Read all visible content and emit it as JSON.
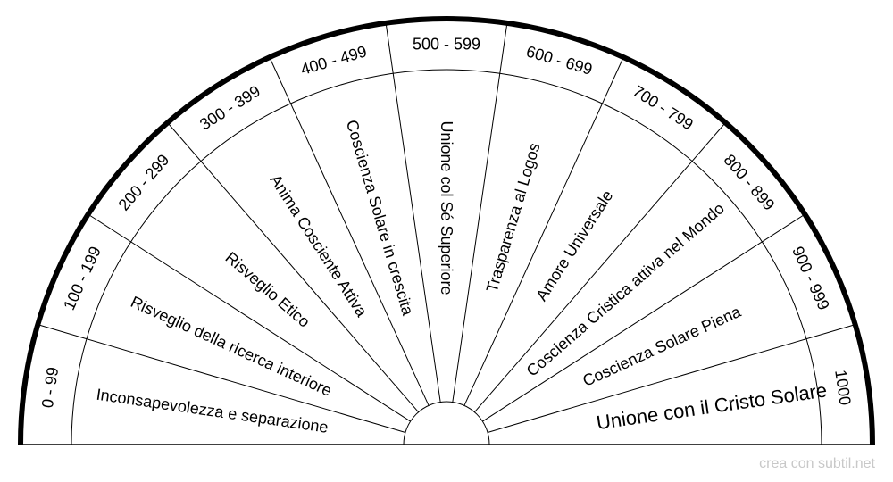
{
  "chart": {
    "sectors": [
      {
        "range": "0 - 99",
        "label": "Inconsapevolezza e separazione"
      },
      {
        "range": "100 - 199",
        "label": "Risveglio della ricerca interiore"
      },
      {
        "range": "200 - 299",
        "label": "Risveglio Etico"
      },
      {
        "range": "300 - 399",
        "label": "Anima Cosciente Attiva"
      },
      {
        "range": "400 - 499",
        "label": "Coscienza Solare in crescita"
      },
      {
        "range": "500 - 599",
        "label": "Unione col Sé Superiore"
      },
      {
        "range": "600 - 699",
        "label": "Trasparenza al Logos"
      },
      {
        "range": "700 - 799",
        "label": "Amore Universale"
      },
      {
        "range": "800 - 899",
        "label": "Coscienza Cristica attiva nel Mondo"
      },
      {
        "range": "900 - 999",
        "label": "Coscienza Solare Piena"
      },
      {
        "range": "1000",
        "label": "Unione con il Cristo Solare"
      }
    ]
  },
  "footer": {
    "credit": "crea con subtil.net"
  }
}
